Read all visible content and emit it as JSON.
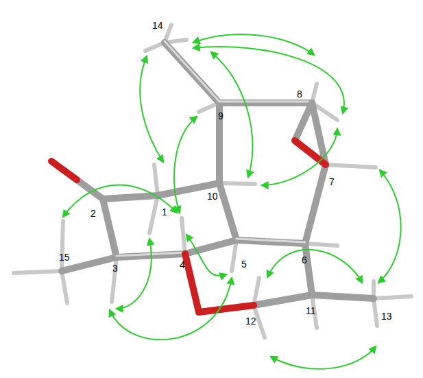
{
  "diagram": {
    "labels": [
      "14",
      "8",
      "9",
      "10",
      "7",
      "2",
      "1",
      "3",
      "4",
      "5",
      "6",
      "15",
      "11",
      "12",
      "13"
    ]
  }
}
